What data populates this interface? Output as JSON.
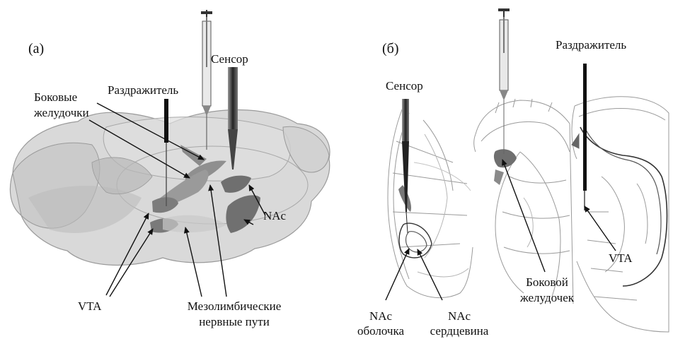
{
  "panel_a": {
    "label": "(а)",
    "sensor": "Сенсор",
    "stimulator": "Раздражитель",
    "ventricles_line1": "Боковые",
    "ventricles_line2": "желудочки",
    "nac": "NAc",
    "vta": "VTA",
    "pathway_line1": "Мезолимбические",
    "pathway_line2": "нервные пути"
  },
  "panel_b": {
    "label": "(б)",
    "sensor": "Сенсор",
    "stimulator": "Раздражитель",
    "ventricle_line1": "Боковой",
    "ventricle_line2": "желудочек",
    "vta": "VTA",
    "shell_line1": "NAc",
    "shell_line2": "оболочка",
    "core_line1": "NAc",
    "core_line2": "сердцевина"
  }
}
